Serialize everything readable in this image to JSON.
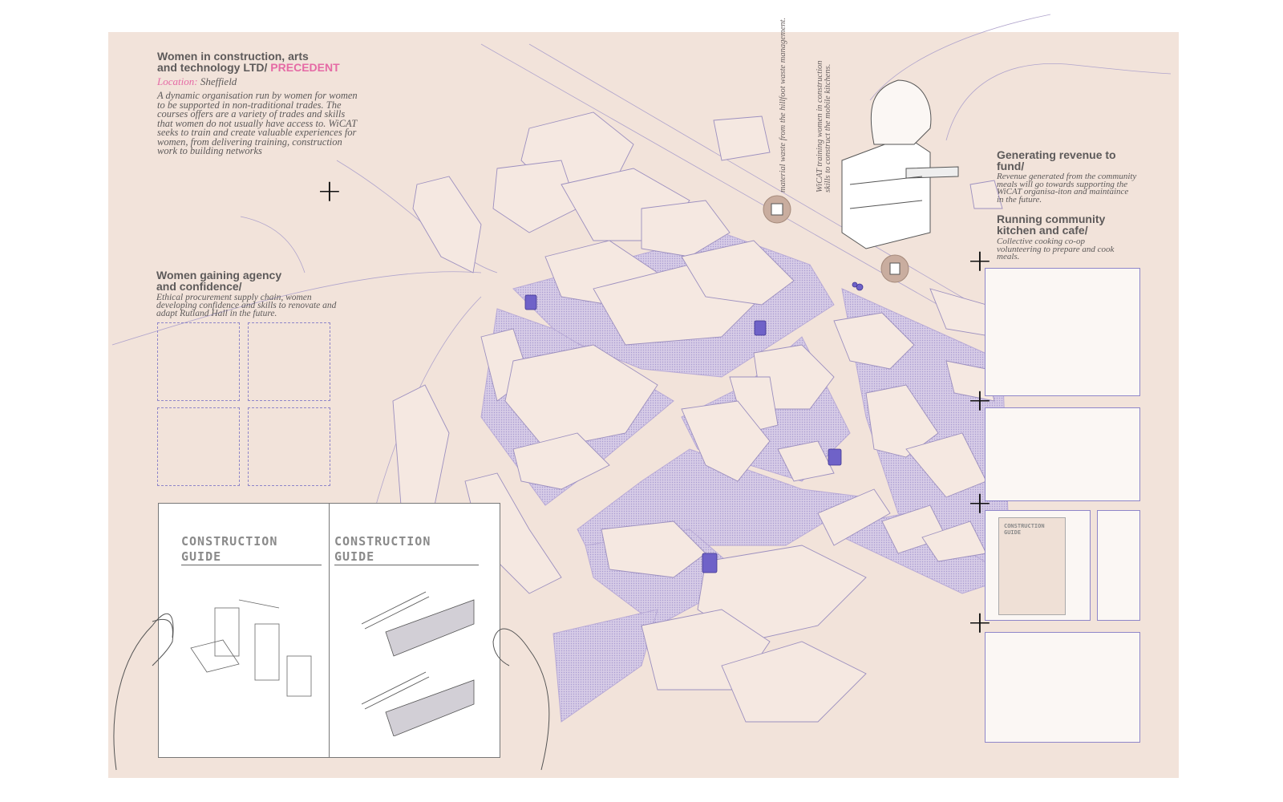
{
  "header": {
    "title_line1": "Women in construction, arts",
    "title_line2": "and technology LTD/ ",
    "title_accent": "PRECEDENT",
    "location_label": "Location:",
    "location_value": "Sheffield",
    "description": "A dynamic organisation run by women for women to be supported in non-traditional trades. The courses offers are a variety of trades and skills that women do not usually have access to. WiCAT seeks to train and create valuable experiences for women, from delivering training, construction work to building networks"
  },
  "agency": {
    "title_line1": "Women gaining agency",
    "title_line2": "and confidence/",
    "text": "Ethical procurement supply chain, women developing confidence and skills to renovate and adapt Rutland Hall in the future."
  },
  "annotations": {
    "waste": "material waste from the hillfoot waste management.",
    "training": "WiCAT training women in construction skills to construct the mobile kitchens."
  },
  "revenue": {
    "title_line1": "Generating revenue to",
    "title_line2": "fund/",
    "text": "Revenue generated from the community meals will go towards supporting the WiCAT organisa-iton and maintaince in the future."
  },
  "kitchen": {
    "title_line1": "Running community",
    "title_line2": "kitchen and cafe/",
    "text": "Collective cooking co-op volunteering to prepare and cook meals."
  },
  "book": {
    "left_title": "CONSTRUCTION GUIDE",
    "right_title": "CONSTRUCTION GUIDE"
  },
  "small_guide_title": "CONSTRUCTION GUIDE",
  "colors": {
    "panel": "#f2e3da",
    "accent": "#e56aa5",
    "purple": "#8f86c9",
    "ground": "#cfc3e2"
  }
}
